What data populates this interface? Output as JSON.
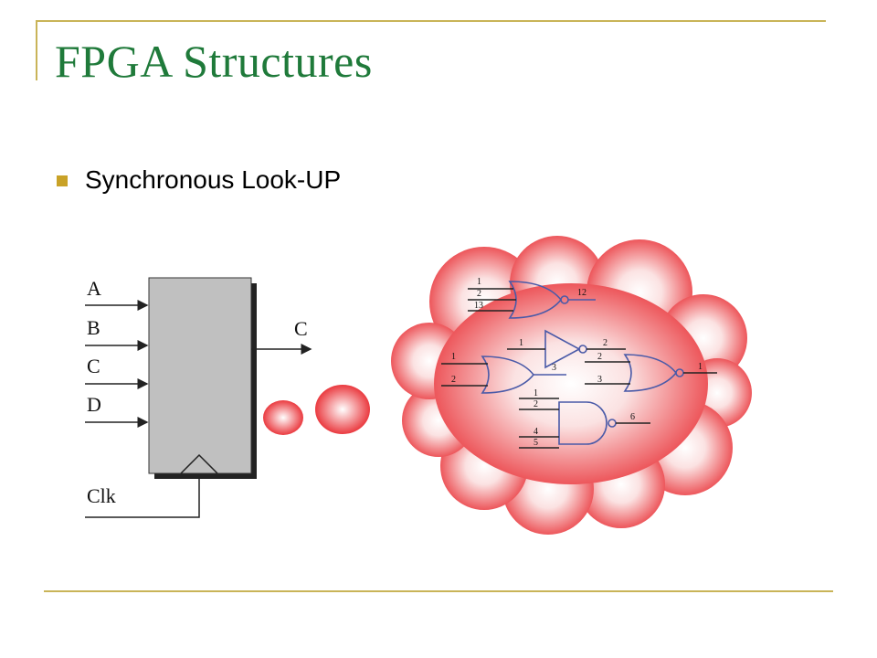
{
  "slide": {
    "title": "FPGA Structures",
    "bullet": "Synchronous Look-UP"
  },
  "lut_block": {
    "inputs": [
      "A",
      "B",
      "C",
      "D"
    ],
    "output": "C",
    "clock": "Clk"
  },
  "logic_cloud": {
    "nand_gate": {
      "inputs": [
        "1",
        "2",
        "13"
      ],
      "output": "12"
    },
    "inverter": {
      "input": "1",
      "output": "2"
    },
    "or_gate_left": {
      "inputs": [
        "1",
        "2"
      ],
      "output": "3"
    },
    "nor_gate_right": {
      "inputs": [
        "2",
        "3"
      ],
      "output": "1"
    },
    "nand_gate_bottom": {
      "inputs": [
        "1",
        "2",
        "4",
        "5"
      ],
      "output": "6"
    }
  },
  "colors": {
    "title": "#1f7a3a",
    "accent": "#c9b458",
    "bullet": "#c9a227",
    "cloud": "#e8262c",
    "gate": "#4a5aa8"
  }
}
